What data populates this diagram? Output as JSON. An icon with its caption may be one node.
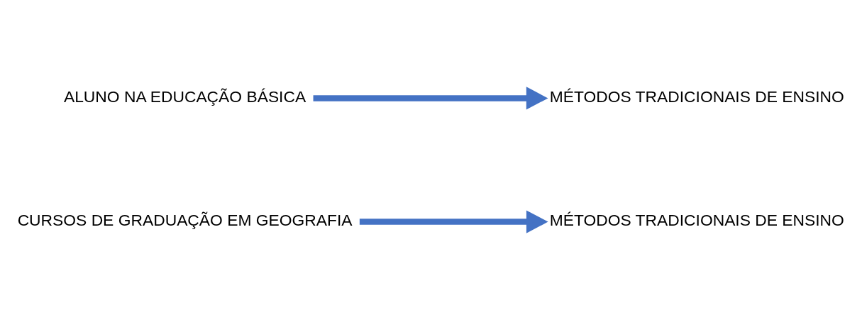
{
  "diagram": {
    "nodes": [
      {
        "text": [
          "ALUNO NA EDUCAÇÃO BÁSICA"
        ]
      },
      {
        "text": [
          "MÉTODOS TRADICIONAIS DE ENSINO"
        ]
      },
      {
        "text": [
          "CURSOS DE GRADUAÇÃO EM GEOGRAFIA"
        ]
      },
      {
        "text": [
          "MÉTODOS TRADICIONAIS DE ENSINO"
        ]
      }
    ],
    "edges": [
      {
        "from": 0,
        "to": 1,
        "arrow": "to"
      },
      {
        "from": 2,
        "to": 3,
        "arrow": "to"
      }
    ]
  }
}
